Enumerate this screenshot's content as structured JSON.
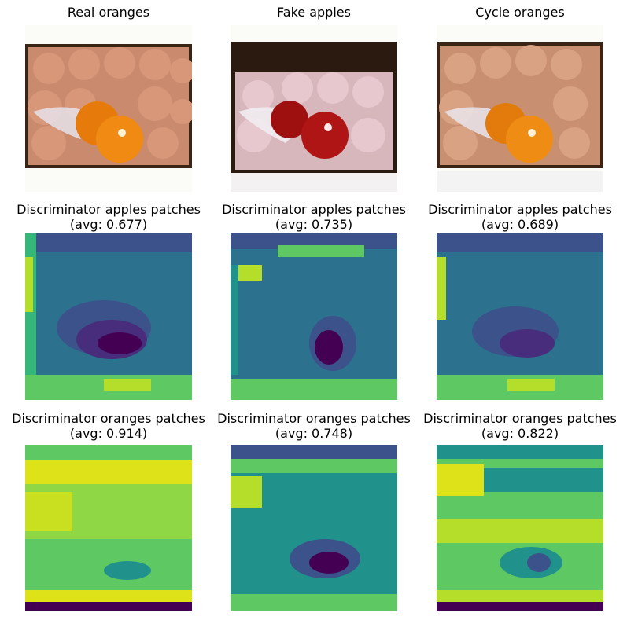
{
  "titles": {
    "real_oranges": "Real oranges",
    "fake_apples": "Fake apples",
    "cycle_oranges": "Cycle oranges",
    "disc_apples_line1": "Discriminator apples patches",
    "disc_oranges_line1": "Discriminator oranges patches",
    "avg_apples_real": "(avg: 0.677)",
    "avg_apples_fake": "(avg: 0.735)",
    "avg_apples_cycle": "(avg: 0.689)",
    "avg_oranges_real": "(avg: 0.914)",
    "avg_oranges_fake": "(avg: 0.748)",
    "avg_oranges_cycle": "(avg: 0.822)"
  },
  "colors": {
    "viridis_low": "#440154",
    "viridis_mid": "#21918c",
    "viridis_high": "#fde725",
    "orange_fruit": "#f08a12",
    "apple_fruit": "#b01515",
    "crate_dark": "#2a1a10"
  }
}
